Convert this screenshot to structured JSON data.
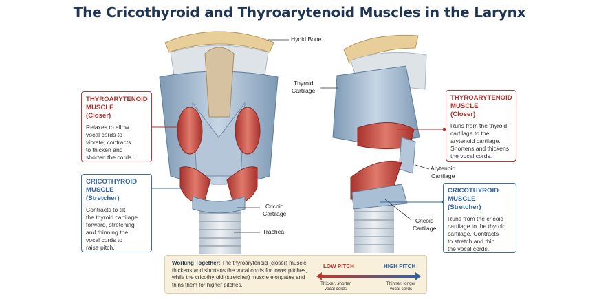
{
  "title": "The Cricothyroid and Thyroarytenoid Muscles in the Larynx",
  "labels": {
    "hyoid_bone": "Hyoid Bone",
    "thyroid_cartilage": "Thyroid\nCartilage",
    "cricoid_cartilage_left": "Cricoid\nCartilage",
    "trachea": "Trachea",
    "arytenoid_cartilage": "Arytenoid\nCartilage",
    "cricoid_cartilage_right": "Cricoid\nCartilage"
  },
  "boxes": {
    "ta_left": {
      "heading": "THYROARYTENOID\nMUSCLE\n(Closer)",
      "body": "Relaxes to allow\nvocal cords to\nvibrate; contracts\nto thicken and\nshorten the cords."
    },
    "ct_left": {
      "heading": "CRICOTHYROID\nMUSCLE\n(Stretcher)",
      "body": "Contracts to tilt\nthe thyroid cartilage\nforward, stretching\nand thinning the\nvocal cords to\nraise pitch."
    },
    "ta_right": {
      "heading": "THYROARYTENOID\nMUSCLE\n(Closer)",
      "body": "Runs from the thyroid\ncartilage to the\narytenoid cartilage.\nShortens and thickens\nthe vocal cords."
    },
    "ct_right": {
      "heading": "CRICOTHYROID\nMUSCLE\n(Stretcher)",
      "body": "Runs from the cricoid\ncartilage to the thyroid\ncartilage. Contracts\nto stretch and thin\nthe vocal cords."
    }
  },
  "legend": {
    "bold_lead": "Working Together:",
    "text": " The thyroarytenoid (closer) muscle thickens and shortens the vocal cords for lower pitches, while the cricothyroid (stretcher) muscle elongates and thins them for higher pitches.",
    "low_pitch": "LOW PITCH",
    "low_sub": "Thicker, shorter\nvocal cords",
    "high_pitch": "HIGH PITCH",
    "high_sub": "Thinner, longer\nvocal cords"
  },
  "colors": {
    "title": "#1f3553",
    "muscle_red": "#c84a42",
    "cartilage_blue": "#9db5cc",
    "bone": "#e8cf9a",
    "red_accent": "#b0322b",
    "blue_accent": "#2f64a0"
  }
}
